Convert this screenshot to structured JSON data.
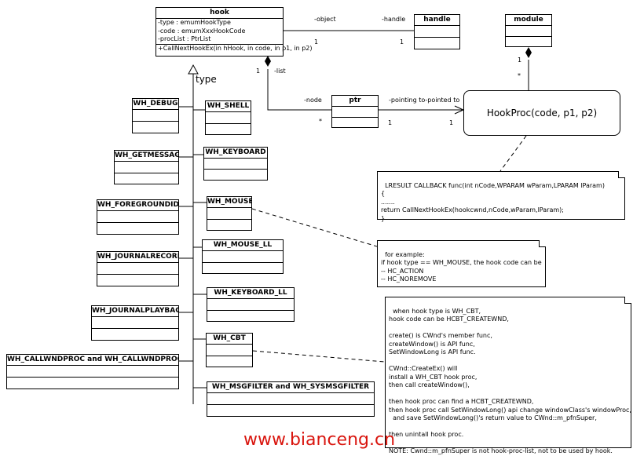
{
  "hook": {
    "name": "hook",
    "attributes": [
      "-type : emumHookType",
      "-code : emumXxxHookCode",
      "-procList : PtrList"
    ],
    "operations": [
      "+CallNextHookEx(in hHook, in code, in p1, in p2)"
    ]
  },
  "handle": {
    "name": "handle"
  },
  "module": {
    "name": "module"
  },
  "ptr": {
    "name": "ptr"
  },
  "hookproc": {
    "label": "HookProc(code, p1, p2)"
  },
  "assoc": {
    "object_label": "-object",
    "handle_label": "-handle",
    "object_mult": "1",
    "handle_mult": "1",
    "list_label": "-list",
    "list_mult": "1",
    "node_label": "-node",
    "node_mult": "*",
    "pointing_label": "-pointing to-pointed to",
    "ptr_mult": "1",
    "proc_mult": "1",
    "module_mult": "1",
    "module_star": "*",
    "type_label": "type"
  },
  "hook_types": {
    "wh_debug": "WH_DEBUG",
    "wh_shell": "WH_SHELL",
    "wh_getmessage": "WH_GETMESSAGE",
    "wh_keyboard": "WH_KEYBOARD",
    "wh_foregroundidle": "WH_FOREGROUNDIDLE",
    "wh_mouse": "WH_MOUSE",
    "wh_journalrecord": "WH_JOURNALRECORD",
    "wh_mouse_ll": "WH_MOUSE_LL",
    "wh_keyboard_ll": "WH_KEYBOARD_LL",
    "wh_journalplayback": "WH_JOURNALPLAYBACK",
    "wh_cbt": "WH_CBT",
    "wh_callwndproc": "WH_CALLWNDPROC and WH_CALLWNDPROCRET",
    "wh_msgfilter": "WH_MSGFILTER and WH_SYSMSGFILTER"
  },
  "notes": {
    "callback": "LRESULT CALLBACK func(int nCode,WPARAM wParam,LPARAM lParam)\n{\n.......\nreturn CallNextHookEx(hookcwnd,nCode,wParam,lParam);\n}",
    "mouse": "for example:\nif hook type == WH_MOUSE, the hook code can be\n-- HC_ACTION\n-- HC_NOREMOVE",
    "cbt": "when hook type is WH_CBT,\nhook code can be HCBT_CREATEWND,\n\ncreate() is CWnd's member func,\ncreateWindow() is API func,\nSetWindowLong is API func.\n\nCWnd::CreateEx() will\ninstall a WH_CBT hook proc,\nthen call createWindow(),\n\nthen hook proc can find a HCBT_CREATEWND,\nthen hook proc call SetWindowLong() api change windowClass's windowProc,\n  and save SetWindowLong()'s return value to CWnd::m_pfnSuper,\n\nthen unintall hook proc.\n\nNOTE: Cwnd::m_pfnSuper is not hook-proc-list, not to be used by hook."
  },
  "watermark": "www.bianceng.cn"
}
